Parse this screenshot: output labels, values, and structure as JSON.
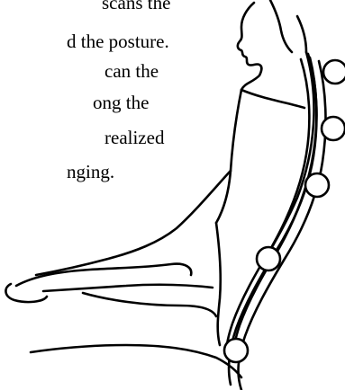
{
  "text": {
    "line1": "scans the",
    "line2": "d the posture.",
    "line3": "can the",
    "line4": "ong the",
    "line5": "realized",
    "line6": "nging."
  },
  "colors": {
    "stroke": "#000000",
    "background": "#ffffff"
  },
  "diagram": {
    "subject": "seated person in reclining massage chair",
    "massage_rollers": 5
  }
}
